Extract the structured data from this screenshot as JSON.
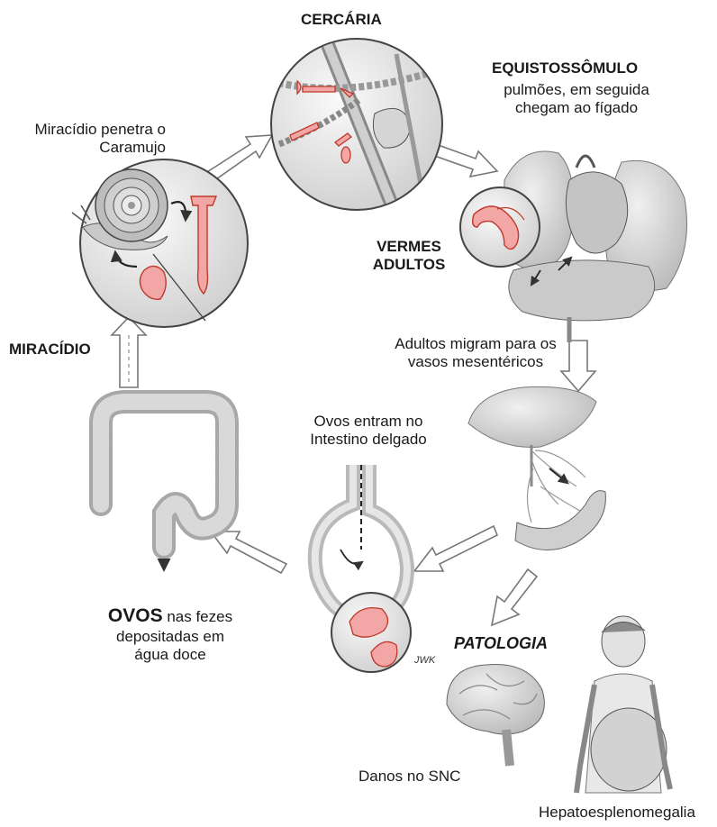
{
  "stages": {
    "cercaria": "CERCÁRIA",
    "equistossomulo_title": "EQUISTOSSÔMULO",
    "equistossomulo_desc": "pulmões, em seguida\nchegam ao fígado",
    "vermes_adultos": "VERMES\nADULTOS",
    "miracidio_penetra": "Miracídio penetra o\nCaramujo",
    "miracidio": "MIRACÍDIO",
    "adultos_migram": "Adultos migram para os\nvasos mesentéricos",
    "ovos_entram": "Ovos entram no\nIntestino  delgado",
    "ovos_bold": "OVOS",
    "ovos_rest": " nas fezes\ndepositadas em\nágua doce",
    "patologia": "PATOLOGIA",
    "danos_snc": "Danos no SNC",
    "hepato": "Hepatoesplenomegalia",
    "signature": "JWK"
  },
  "colors": {
    "parasite_fill": "#f2a6a6",
    "parasite_stroke": "#c0392b",
    "organ_fill": "#d9d9d9",
    "circle_fill": "#ebebeb",
    "line": "#555555"
  }
}
